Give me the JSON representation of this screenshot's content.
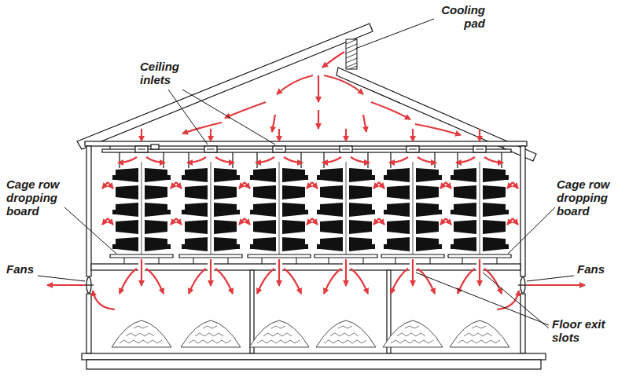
{
  "diagram": {
    "labels": [
      "Cooling pad",
      "Ceiling inlets",
      "Cage row dropping board",
      "Cage row dropping board",
      "Fans",
      "Fans",
      "Floor exit slots"
    ]
  }
}
